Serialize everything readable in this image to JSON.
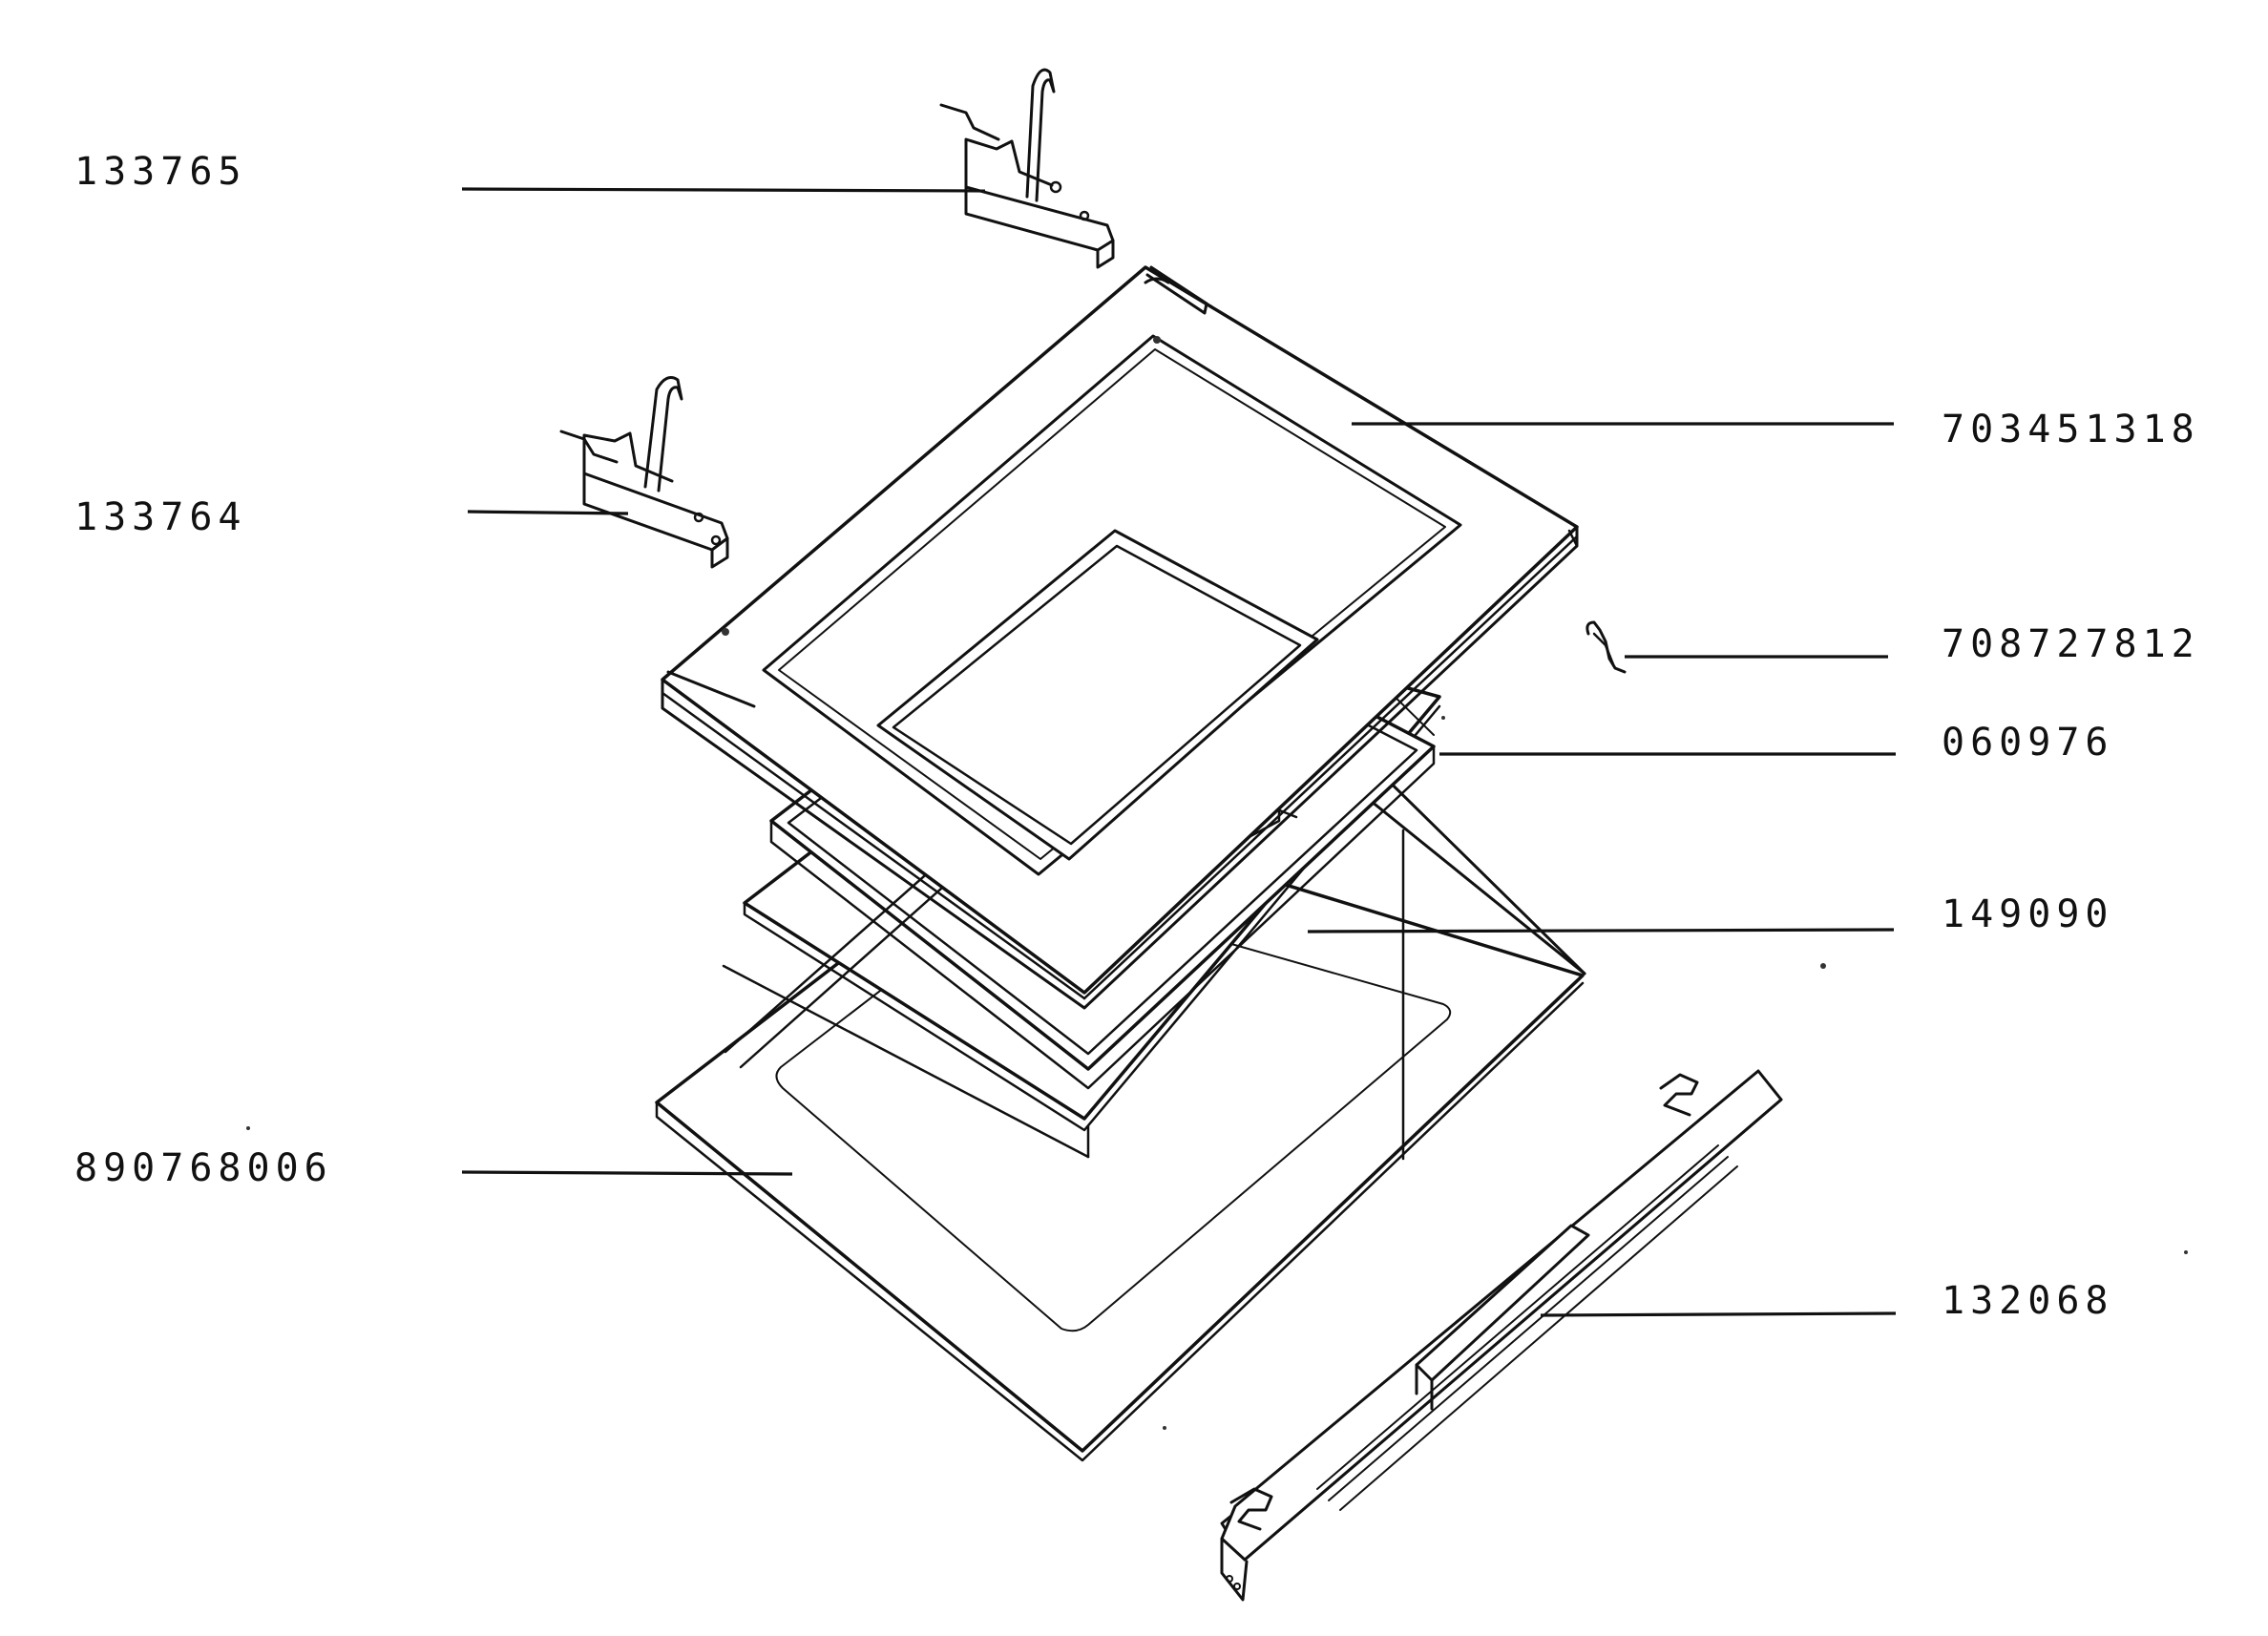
{
  "part_numbers": {
    "hinge_right": "133765",
    "hinge_left": "133764",
    "outer_frame": "703451318",
    "clip": "708727812",
    "seal": "060976",
    "inner_panel": "149090",
    "outer_glass": "890768006",
    "handle": "132068"
  },
  "colors": {
    "line": "#111111",
    "background": "#ffffff"
  }
}
